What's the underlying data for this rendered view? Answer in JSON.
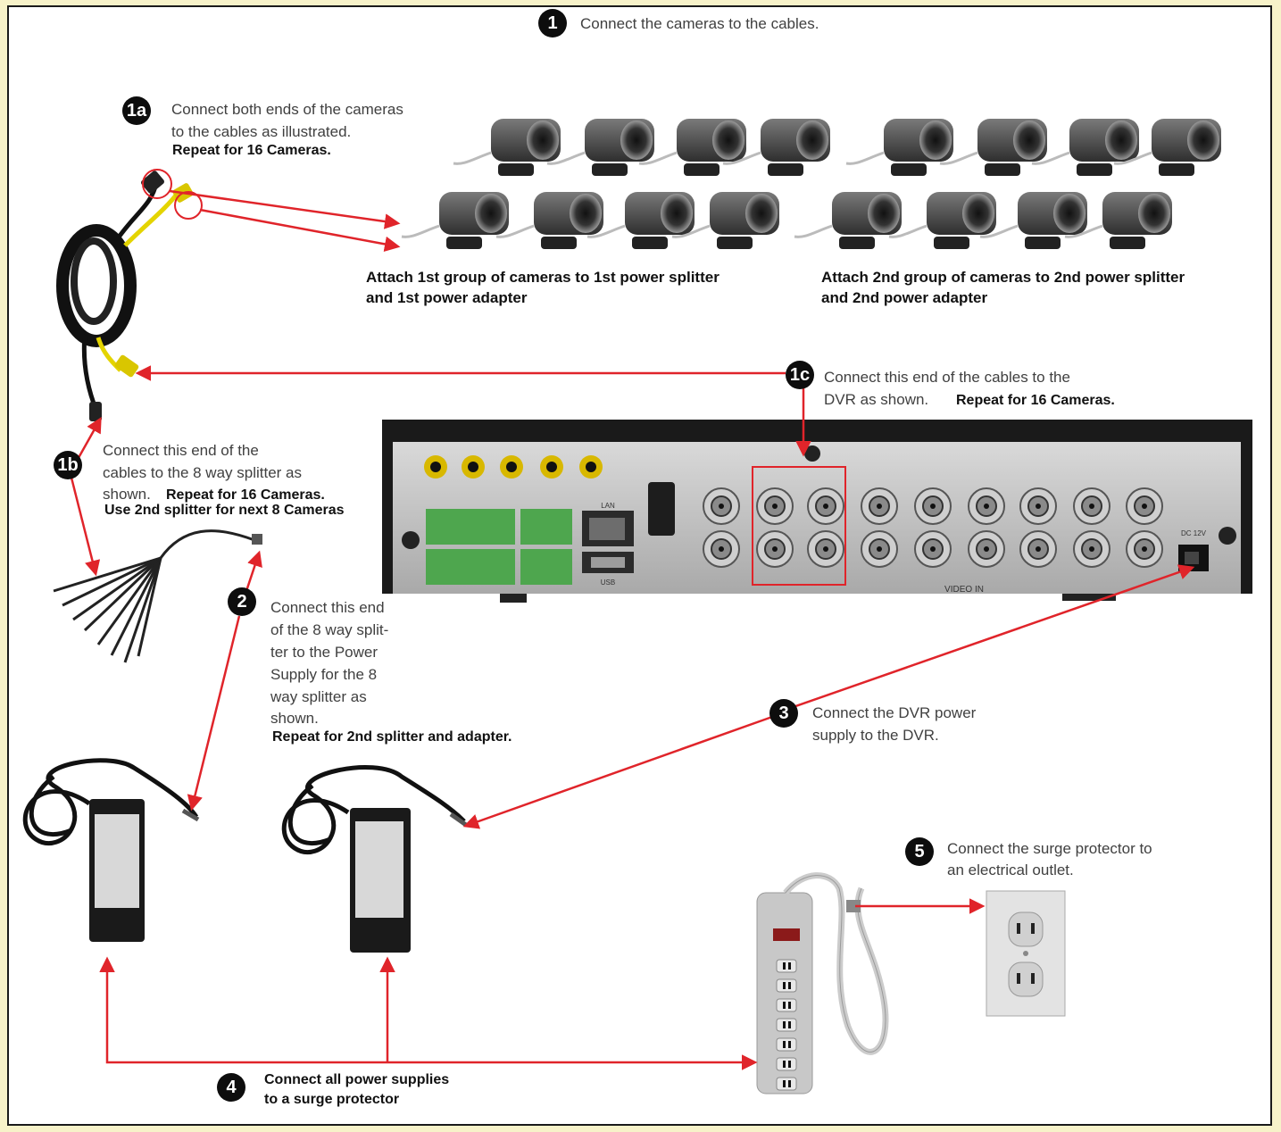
{
  "colors": {
    "arrow": "#e0242a",
    "badge": "#0d0d0d",
    "border": "#f7f2c9"
  },
  "step1": {
    "badge": "1",
    "text": "Connect the cameras to the cables."
  },
  "step1a": {
    "badge": "1a",
    "text1": "Connect both ends of the cameras",
    "text2": "to the cables as illustrated.",
    "bold": "Repeat for 16 Cameras."
  },
  "group1": {
    "line1": "Attach 1st group of cameras to 1st power splitter",
    "line2": "and 1st power adapter"
  },
  "group2": {
    "line1": "Attach 2nd group of cameras to 2nd power splitter",
    "line2": "and 2nd power adapter"
  },
  "step1c": {
    "badge": "1c",
    "text1": "Connect this end of the cables to the",
    "text2": "DVR as shown.",
    "bold": "Repeat for 16 Cameras."
  },
  "step1b": {
    "badge": "1b",
    "text1": "Connect this end of the",
    "text2": "cables to the 8 way splitter as",
    "text3": "shown.",
    "bold1": "Repeat for 16 Cameras.",
    "bold2": "Use 2nd splitter for next 8 Cameras"
  },
  "step2": {
    "badge": "2",
    "lines": [
      "Connect this end",
      "of the 8 way split-",
      "ter to the Power",
      "Supply for the 8",
      "way splitter as",
      "shown."
    ],
    "bold": "Repeat for 2nd splitter and adapter."
  },
  "step3": {
    "badge": "3",
    "text1": "Connect the DVR power",
    "text2": "supply to the DVR."
  },
  "step4": {
    "badge": "4",
    "bold1": "Connect all power supplies",
    "bold2": "to a surge protector"
  },
  "step5": {
    "badge": "5",
    "text1": "Connect the surge protector to",
    "text2": "an electrical outlet."
  },
  "dvr_labels": {
    "video_in": "VIDEO IN",
    "dc": "DC 12V",
    "lan": "LAN",
    "usb": "USB"
  }
}
